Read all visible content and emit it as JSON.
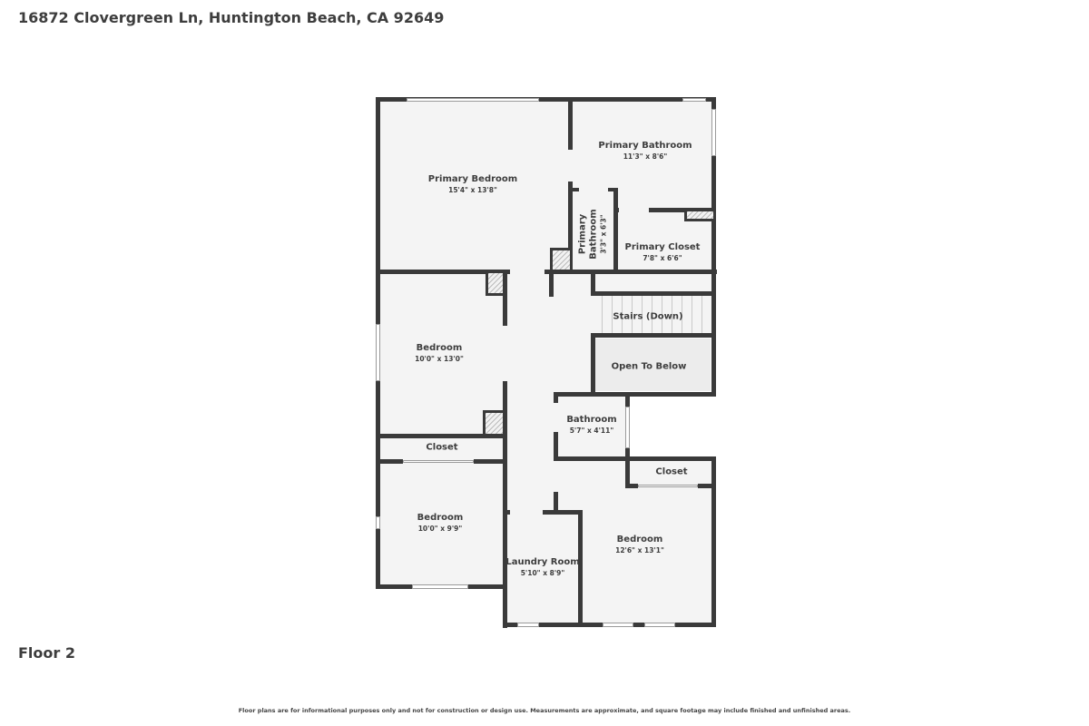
{
  "header": {
    "address": "16872 Clovergreen Ln, Huntington Beach, CA 92649"
  },
  "floor": {
    "label": "Floor 2"
  },
  "footer": {
    "disclaimer": "Floor plans are for informational purposes only and not for construction or design use. Measurements are approximate, and square footage may include finished and unfinished areas."
  },
  "rooms": {
    "primary_bedroom": {
      "name": "Primary Bedroom",
      "dims": "15'4\" x 13'8\""
    },
    "primary_bathroom": {
      "name": "Primary Bathroom",
      "dims": "11'3\" x 8'6\""
    },
    "primary_bathroom_small": {
      "name_line1": "Primary",
      "name_line2": "Bathroom",
      "dims": "3'3\" x 6'3\""
    },
    "primary_closet": {
      "name": "Primary Closet",
      "dims": "7'8\" x 6'6\""
    },
    "stairs": {
      "name": "Stairs (Down)"
    },
    "open_to_below": {
      "name": "Open To Below"
    },
    "bedroom_2": {
      "name": "Bedroom",
      "dims": "10'0\" x 13'0\""
    },
    "closet_2": {
      "name": "Closet"
    },
    "bathroom": {
      "name": "Bathroom",
      "dims": "5'7\" x 4'11\""
    },
    "bedroom_3": {
      "name": "Bedroom",
      "dims": "10'0\" x 9'9\""
    },
    "laundry": {
      "name": "Laundry Room",
      "dims": "5'10\" x 8'9\""
    },
    "bedroom_4": {
      "name": "Bedroom",
      "dims": "12'6\" x 13'1\""
    },
    "closet_4": {
      "name": "Closet"
    }
  },
  "colors": {
    "wall": "#3a3a3a",
    "floor": "#f4f4f4",
    "text": "#3d3d3d"
  }
}
